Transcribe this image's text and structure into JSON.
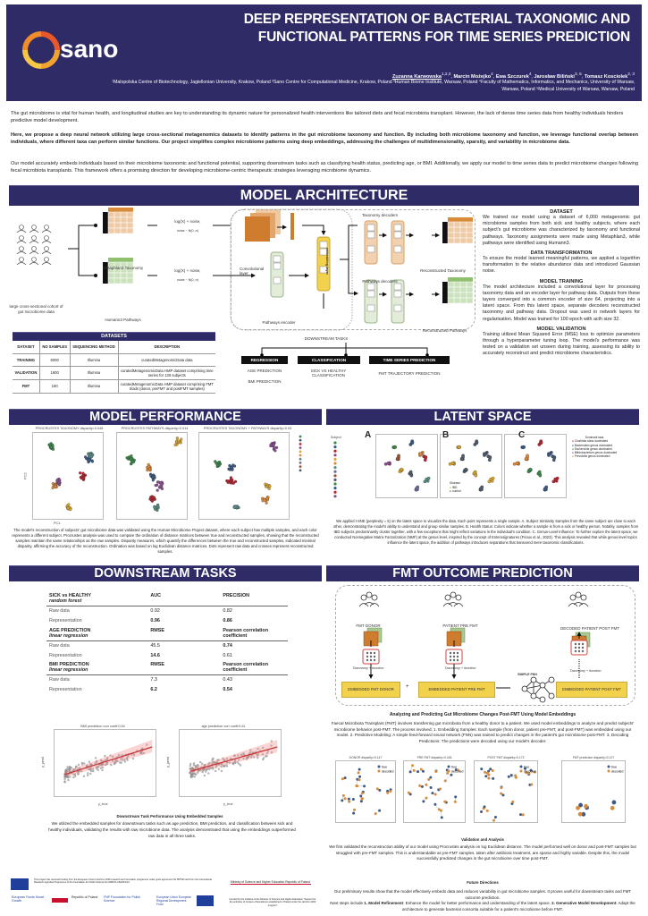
{
  "header": {
    "logo_text": "sano",
    "title": "DEEP REPRESENTATION OF BACTERIAL TAXONOMIC AND FUNCTIONAL PATTERNS FOR TIME SERIES PREDICTION",
    "authors": [
      {
        "name": "Zuzanna Karwowska",
        "sup": "1,2,3"
      },
      {
        "name": "Marcin Możejko",
        "sup": "4"
      },
      {
        "name": "Ewa Szczurek",
        "sup": "4"
      },
      {
        "name": "Jarosław Biliński",
        "sup": "3, 5"
      },
      {
        "name": "Tomasz Kosciolek",
        "sup": "2, 3"
      }
    ],
    "affiliations": "¹Malopolska Centre of Biotechnology, Jagiellonian University, Krakow, Poland ²Sano Centre for Computational Medicine, Krakow, Poland ³Human Biome Institute, Warsaw, Poland ⁴Faculty of Mathematics, Informatics, and Mechanics, University of Warsaw, Warsaw, Poland ⁵Medical University of Warsaw, Warsaw, Poland"
  },
  "intro": {
    "p1": "The gut microbiome is vital for human health, and longitudinal studies are key to understanding its dynamic nature for personalized health interventions like tailored diets and fecal microbiota transplant. However, the lack of dense time series data from healthy individuals hinders predictive model development.",
    "p2": "Here, we propose a deep neural network utilizing large cross-sectional metagenomics datasets to identify patterns in the gut microbiome taxonomy and function. By including both microbiome taxonomy and function, we leverage functional overlap between individuals, where different taxa can perform similar functions. Our project simplifies complex microbiome patterns using deep embeddings, addressing the challenges of multidimensionality, sparsity, and variability in microbiome data.",
    "p3": "Our model accurately embeds individuals based on their microbiome taxonomic and functional potential, supporting downstream tasks such as classifying health status, predicting age, or BMI. Additionally, we apply our model to time series data to predict microbiome changes following fecal microbiota transplants. This framework offers a promising direction for developing microbiome-centric therapeutic strategies leveraging microbiome dynamics."
  },
  "architecture": {
    "banner": "MODEL ARCHITECTURE",
    "cohort_label": "large cross-sectional cohort of gut microbiome data",
    "taxonomy_label": "Metaphlan3 Taxonomy",
    "pathways_label": "Humann3 Pathways",
    "transform_1": "log(X) + noise,",
    "noise_1": "noise ~ N(0, σ)",
    "transform_2": "log(X) + noise,",
    "noise_2": "noise ~ N(0, σ)",
    "conv_label": "Convolutional layer",
    "pathways_encoder": "Pathways encoder",
    "embedding_layer": "embedding layer",
    "taxonomy_decoders": "Taxonomy decoders",
    "pathways_decoders": "Pathways decoders",
    "recon_taxonomy": "Reconstructed Taxonomy",
    "recon_pathways": "Reconstructed Pathways",
    "downstream": "DOWNSTREAM TASKS",
    "tasks": [
      {
        "head": "REGRESSION",
        "items": [
          "AGE PREDICTION",
          "BMI PREDICTION"
        ]
      },
      {
        "head": "CLASSIFICATION",
        "items": [
          "SICK VS HEALTHY CLASSIFICATION"
        ]
      },
      {
        "head": "TIME SERIES PREDICTION",
        "items": [
          "FMT TRAJECTORY PREDICTION"
        ]
      }
    ],
    "datasets": {
      "title": "DATASETS",
      "columns": [
        "DATASET",
        "NO SAMPLES",
        "SEQUENCING METHOD",
        "DESCRIPTION"
      ],
      "rows": [
        [
          "TRAINING",
          "6000",
          "Illumina",
          "curatedMetagenomicData data"
        ],
        [
          "VALIDATION",
          "1600",
          "Illumina",
          "curatedMetagenomicData HMP dataset comprising time series for 130 subjects"
        ],
        [
          "FMT",
          "150",
          "Illumina",
          "curatedMetagenomicData HMP dataset comprising FMT triads (donor, preFMT and postFMT samples)"
        ]
      ]
    },
    "sections": [
      {
        "head": "DATASET",
        "text": "We trained our model using a dataset of 6,000 metagenomic gut microbiome samples from both sick and healthy subjects, where each subject's gut microbiome was characterized by taxonomy and functional pathways. Taxonomy assignments were made using Metaphlan3, while pathways were identified using Humann3."
      },
      {
        "head": "DATA TRANSFORMATION",
        "text": "To ensure the model learned meaningful patterns, we applied a logarithm transformation to the relative abundance data and introduced Gaussian noise."
      },
      {
        "head": "MODEL TRAINING",
        "text": "The model architecture included a convolutional layer for processing taxonomy data and an encoder layer for pathway data. Outputs from these layers converged into a common encoder of size 64, projecting into a latent space. From this latent space, separate decoders reconstructed taxonomy and pathway data. Dropout was used in network layers for regularisation. Model was trained for 100 epoch with acth size 32."
      },
      {
        "head": "MODEL VALIDATION",
        "text": "Training utilized Mean Squared Error (MSE) loss to optimize parameters through a hyperparameter tuning loop. The model's performance was tested on a validation set unseen during training, assessing its ability to accurately reconstruct and predict microbiome characteristics."
      }
    ]
  },
  "performance": {
    "banner": "MODEL PERFORMANCE",
    "plots": [
      "PROCRUSTES TAXONOMY disparity=0.048",
      "PROCRUSTES PATHWAYS disparity=0.014",
      "PROCRUSTES TAXONOMY + PATHWAYS disparity=0.03"
    ],
    "axis_x": "PC1",
    "axis_y": "PC2",
    "caption": "The model's reconstruction of subjects' gut microbiome data was validated using the Human Microbiome Project dataset, where each subject has multiple samples, and each color represents a different subject. Procrustes analysis was used to compare the ordination of distance matrices between true and reconstructed samples, showing that the reconstructed samples maintain the same relationships as the raw samples. Disparity measures, which quantify the differences between the true and reconstructed samples, indicated minimal disparity, affirming the accuracy of the reconstruction. Ordination was based on log Euclidean distance matrices. Dots represent raw data and crosses represent reconstructed samples."
  },
  "latent": {
    "banner": "LATENT SPACE",
    "panels": [
      "A",
      "B",
      "C"
    ],
    "legend_a_title": "Subject",
    "legend_b_title": "Disease",
    "legend_b": [
      "IBD",
      "control"
    ],
    "legend_c_title": "Dominant taxa",
    "legend_c": [
      "Clostridia class dominated",
      "Bacteroides genus dominated",
      "Escherichia genus dominated",
      "Bifidobacterium genus dominated",
      "Prevotella genus dominated"
    ],
    "caption": "We applied t-SNE (perplexity = 5) on the latent space to visualize the data. Each point represents a single sample. A. Subject Similarity Samples from the same subject are close to each other, demonstrating the model's ability to understand and group similar samples. B. Health Status: Colors indicate whether a sample is from a sick or healthy person. Notably, samples from IBD subjects predominantly cluster together, with a few exceptions that might reflect variations in the individual's condition. C. Genus-Level Influence: To further explore the latent space, we conducted Nonnegative Matrix Factorization (NMF) at the genus level, inspired by the concept of Enterosignatures (Frioux et al., 2023). This analysis revealed that while genus-level topics influence the latent space, the addition of pathways introduces separations that transcend mere taxonomic classifications."
  },
  "downstream": {
    "banner": "DOWNSTREAM TASKS",
    "groups": [
      {
        "task": "SICK vs HEALTHY",
        "method": "random forest",
        "m1": "AUC",
        "m2": "PRECISION",
        "rows": [
          [
            "Raw data",
            "0.92",
            "0.82"
          ],
          [
            "Representation",
            "0.96",
            "0.86"
          ]
        ]
      },
      {
        "task": "AGE PREDICTION",
        "method": "linear regression",
        "m1": "RMSE",
        "m2": "Pearson correlation coefficient",
        "rows": [
          [
            "Raw data",
            "45.5",
            "0.74"
          ],
          [
            "Representation",
            "14.6",
            "0.61"
          ]
        ]
      },
      {
        "task": "BMI PREDICTION",
        "method": "linear regression",
        "m1": "RMSE",
        "m2": "Pearson correlation coefficient",
        "rows": [
          [
            "Raw data",
            "7.3",
            "0.43"
          ],
          [
            "Representation",
            "6.2",
            "0.54"
          ]
        ]
      }
    ],
    "plot_bmi": "BMI prediction corr coeff:0.54",
    "plot_age": "age prediction corr coeff:0.61",
    "xlabel": "y_true",
    "ylabel": "y_pred",
    "caption_title": "Downstream Task Performance Using Embedded Samples",
    "caption": "We utilized the embedded samples for downstream tasks such as age prediction, BMI prediction, and classification between sick and healthy individuals, validating the results with raw microbiome data. The analysis demonstrated that using the embeddings outperformed raw data in all three tasks."
  },
  "fmt": {
    "banner": "FMT OUTCOME PREDICTION",
    "donor": "FMT DONOR",
    "pre": "PATIENT PRE FMT",
    "post": "DECODED PATIENT POST FMT",
    "tf": "Taxonomy + function",
    "emb_donor": "EMBEDDED FMT DONOR",
    "plus": "+",
    "emb_pre": "EMBEDDED PATIENT PRE FMT",
    "fnn": "SIMPLE FNN",
    "emb_post": "EMBEDDED PATIENT POST FMT",
    "heading": "Analyzing and Predicting Gut Microbiome Changes Post-FMT Using Model Embeddings",
    "text": "Faecal Microbiota Transplant (FMT) involves transferring gut microbiota from a healthy donor to a patient. We used model embeddings to analyze and predict subjects' microbiome behavior post-FMT. The process involved: 1. Embedding Samples: Each sample (from donor, patient pre-FMT, and post-FMT) was embedded using our model. 2. Predictive Modeling: A simple feed-forward neural network (FNN) was trained to predict changes in the patient's gut microbiome post-FMT. 3. Decoding Predictions: The predictions were decoded using our model's decoder.",
    "plots": [
      "DONOR disparity=0.147",
      "PRE FMT disparity=0.426",
      "POST FMT disparity=0.172",
      "FMT prediction disparity=0.127"
    ],
    "legend": [
      "true",
      "decoded"
    ],
    "validation_title": "Validation and Analysis",
    "validation": "We first validated the reconstruction ability of our model using Procrustes analysis on log Euclidean distance. The model performed well on donor and post-FMT samples but struggled with pre-FMT samples. This is understandable as pre-FMT samples, taken after antibiotic treatment, are sparse and highly variable. Despite this, the model successfully predicted changes in the gut microbiome over time post-FMT.",
    "future_title": "Future Directions",
    "future_1": "Our preliminary results show that the model effectively embeds data and reduces variability in gut microbiome samples. It proves useful for downstream tasks and FMT outcome prediction.",
    "future_2a": "Next steps include ",
    "future_2b": "1. Model Refinement",
    "future_2c": ": Enhance the model for better performance and understanding of the latent space. ",
    "future_2d": "2. Generative Model Development",
    "future_2e": ": Adapt the architecture to generate bacterial consortia suitable for a patient's microbiome before FMT."
  },
  "footer": {
    "funding": "This project has received funding from the European Union's Horizon 2020 research and innovation programme under grant agreement No 857533 and from the International Research Agendas Programme of the Foundation for Polish Science No MAB PLUS/2019/13.",
    "logos": [
      "European Funds Smart Growth",
      "Republic of Poland",
      "FNP Foundation for Polish Science",
      "European Union European Regional Development Fund"
    ],
    "ministry": "Ministry of Science and Higher Education Republic of Poland",
    "ministry_note": "Funded by the initiative of the Minister of Science and Higher Education \"Support for the activities of Centers of Excellence established in Poland under the Horizon 2020 program\""
  },
  "colors": {
    "brand": "#2e2b66",
    "taxonomy": "#d98b3a",
    "pathways": "#b9d3a6",
    "embedding": "#f2d14d",
    "true": "#3d5a87",
    "decoded": "#d98b3a"
  }
}
